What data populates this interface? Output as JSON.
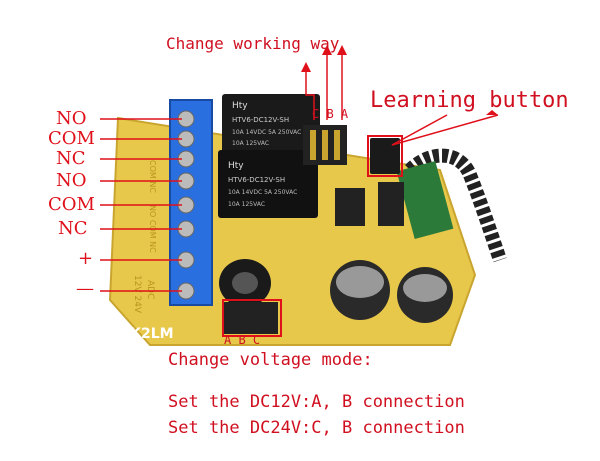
{
  "annotations": {
    "working_way": "Change working  way",
    "cba": "C B A",
    "learning": "Learning button",
    "voltage_mode": "Change voltage mode:",
    "abc": "A B C",
    "dc12v": "Set the DC12V:A, B connection",
    "dc24v": "Set the DC24V:C, B connection"
  },
  "terminals": [
    "NO",
    "COM",
    "NC",
    "NO",
    "COM",
    "NC",
    "+",
    "—"
  ],
  "board": {
    "brand": "ZK2LM",
    "relay_brand": "Hty",
    "relay_model": "HTV6-DC12V-SH",
    "relay_rating_1": "10A 14VDC 5A 250VAC",
    "relay_rating_2": "10A 125VAC",
    "silk_1": "COM NC",
    "silk_2": "NO COM NC",
    "silk_3": "12V 24V",
    "silk_4": "ADC"
  },
  "colors": {
    "annotation": "#e0101a",
    "board": "#e8c84a",
    "terminal_block": "#2a6fe0",
    "relay": "#1a1a1a"
  }
}
